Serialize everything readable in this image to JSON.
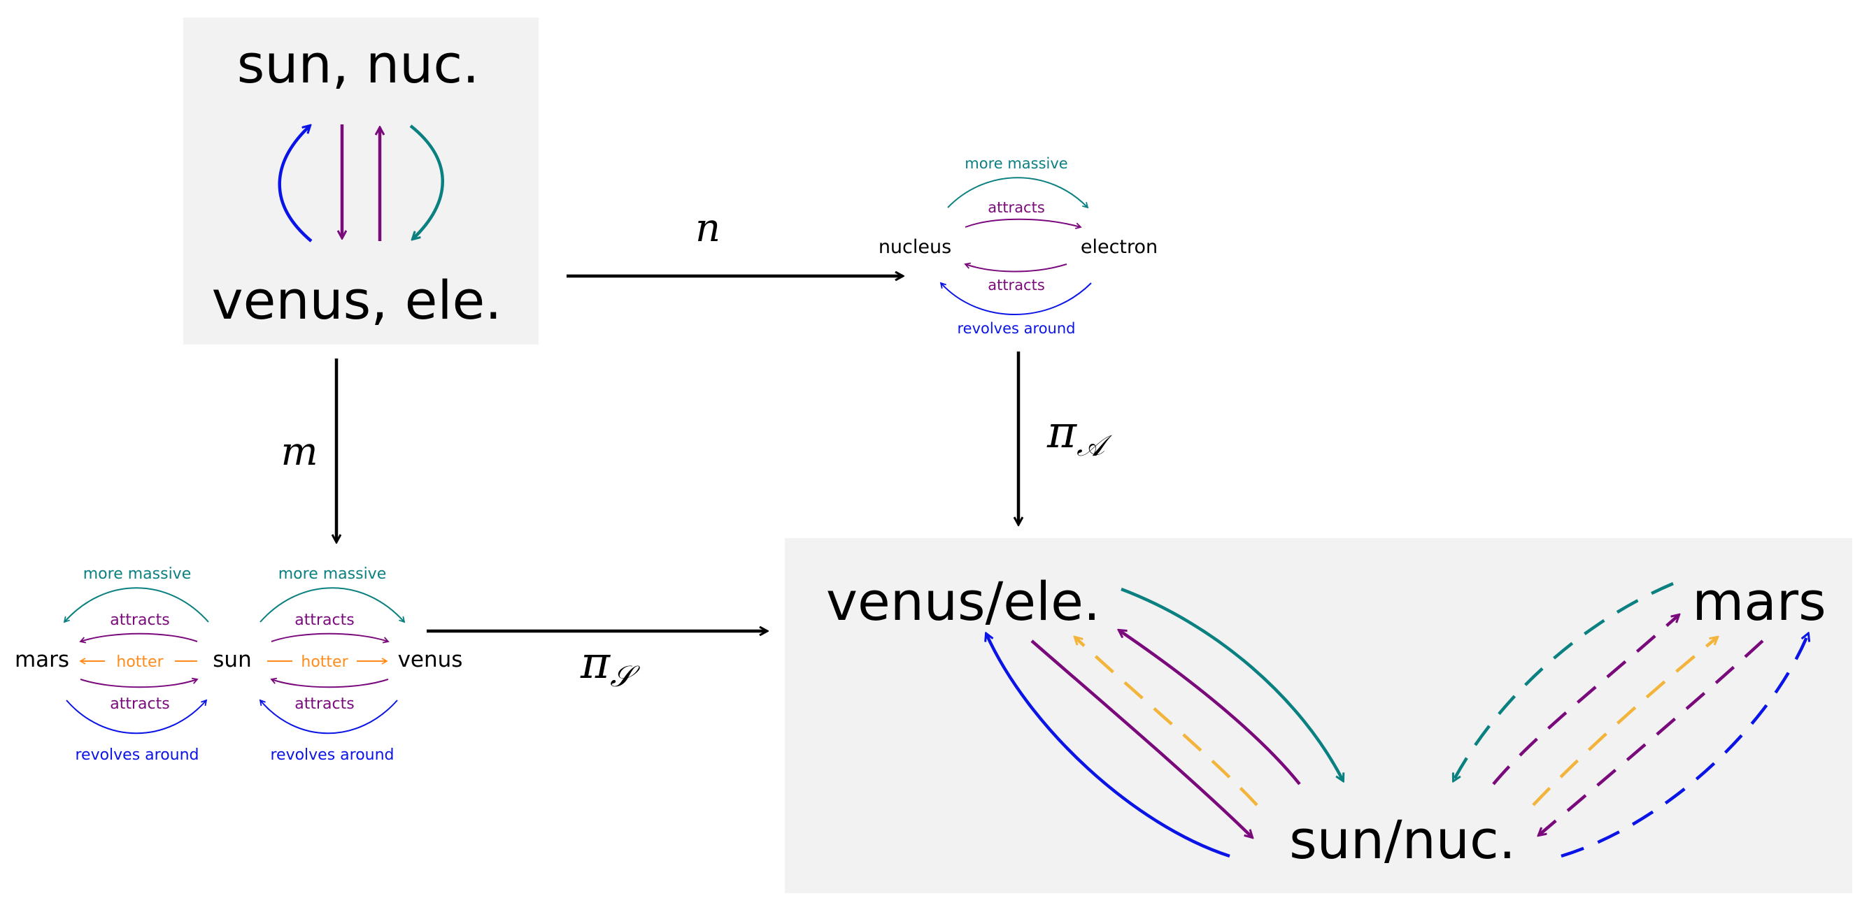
{
  "colors": {
    "teal": "#0b8080",
    "purple": "#7a0a7c",
    "blue": "#0a14e6",
    "orange": "#ff8c1a",
    "gold": "#f2b43a",
    "black": "#000000",
    "panel": "#f2f2f2"
  },
  "topLeft": {
    "top": "sun, nuc.",
    "bottom": "venus, ele."
  },
  "maps": {
    "n": "n",
    "m": "m",
    "piA_base": "π",
    "piA_sub": "𝒜",
    "piS_base": "π",
    "piS_sub": "𝒮"
  },
  "atom": {
    "left": "nucleus",
    "right": "electron",
    "more_massive": "more massive",
    "attracts_top": "attracts",
    "attracts_bottom": "attracts",
    "revolves": "revolves around"
  },
  "solar": {
    "mars": "mars",
    "sun": "sun",
    "venus": "venus",
    "left": {
      "more_massive": "more massive",
      "attracts_top": "attracts",
      "hotter": "hotter",
      "attracts_bottom": "attracts",
      "revolves": "revolves around"
    },
    "right": {
      "more_massive": "more massive",
      "attracts_top": "attracts",
      "hotter": "hotter",
      "attracts_bottom": "attracts",
      "revolves": "revolves around"
    }
  },
  "result": {
    "venus_ele": "venus/ele.",
    "mars": "mars",
    "sun_nuc": "sun/nuc."
  }
}
